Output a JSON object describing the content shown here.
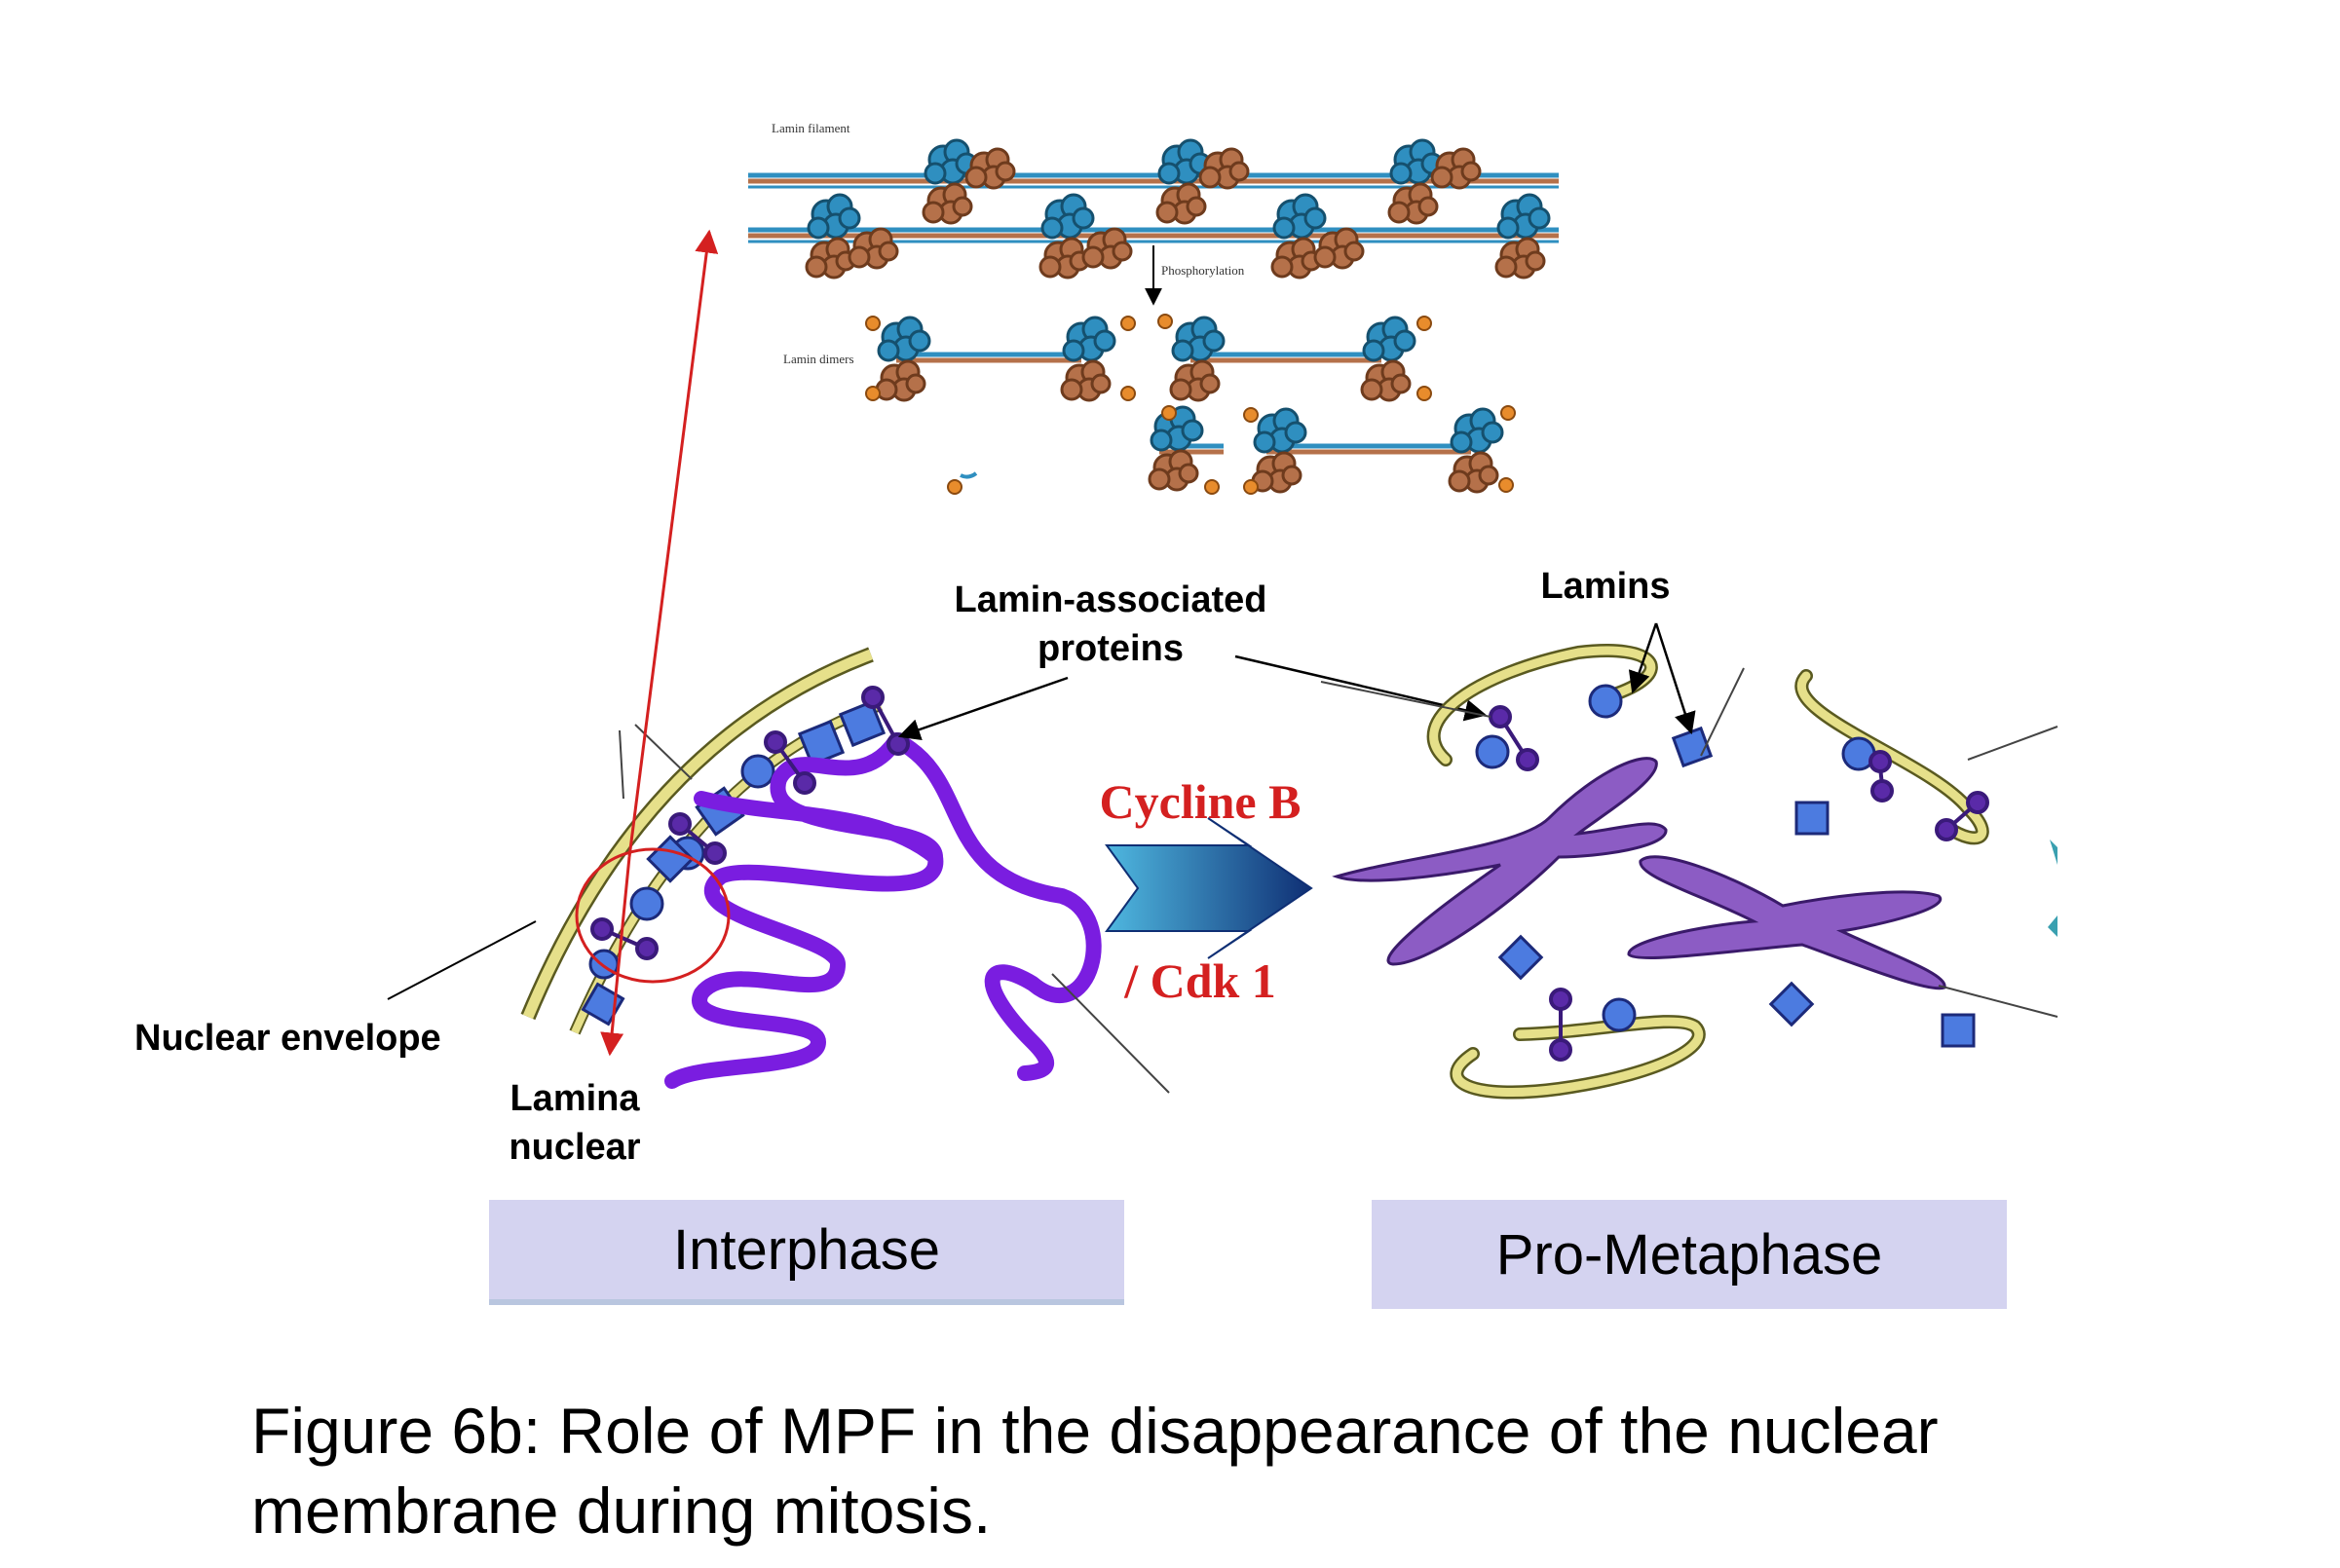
{
  "lamin_panel": {
    "filament_label": "Lamin filament",
    "phosphorylation_label": "Phosphorylation",
    "dimers_label": "Lamin dimers"
  },
  "labels": {
    "lamin_associated_line1": "Lamin-associated",
    "lamin_associated_line2": "proteins",
    "lamins": "Lamins",
    "nuclear_envelope": "Nuclear envelope",
    "lamina_line1": "Lamina",
    "lamina_line2": "nuclear",
    "cycline": "Cycline B",
    "cdk": "/ Cdk 1"
  },
  "phases": {
    "interphase": "Interphase",
    "prometaphase": "Pro-Metaphase"
  },
  "caption": {
    "line1": "Figure 6b: Role of MPF in the disappearance of the nuclear",
    "line2": "membrane during mitosis."
  },
  "colors": {
    "lamin_blue": "#2f8fc0",
    "lamin_brown": "#b5714a",
    "phosphate": "#e88c2c",
    "membrane_yellow": "#e6e08a",
    "chromatin": "#7a1de0",
    "chromosome": "#8c5cc4",
    "protein_blue": "#4c7be0",
    "connector_purple": "#5a2aa8",
    "cycline_red": "#d42020",
    "highlight_red": "#d42020",
    "phase_box": "#d4d3f0"
  }
}
